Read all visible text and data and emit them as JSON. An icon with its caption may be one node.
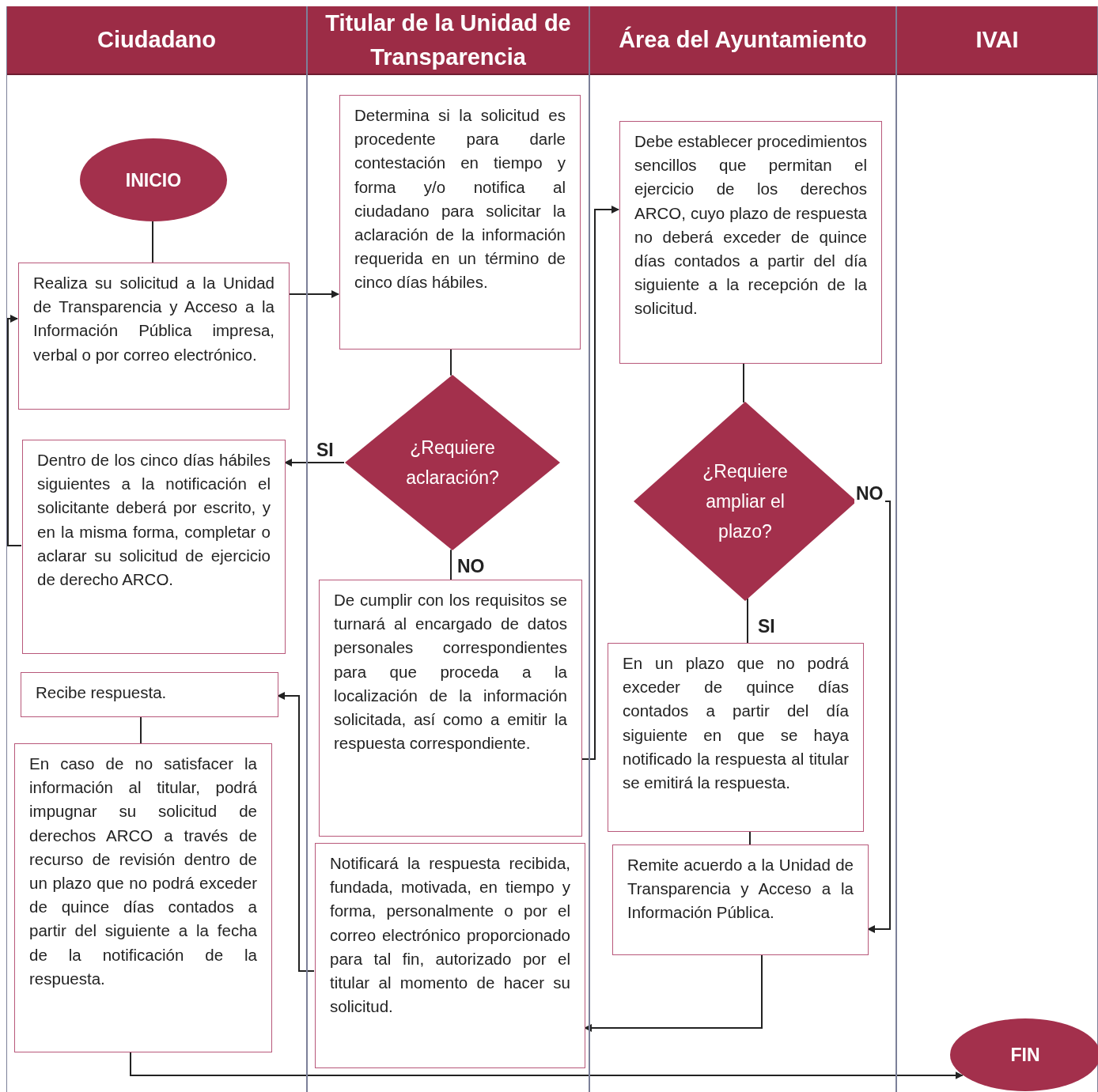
{
  "diagram": {
    "nodes": [
      {
        "text": [
          "Ciudadano"
        ]
      },
      {
        "text": [
          "Titular de la Unidad de Transparencia"
        ]
      },
      {
        "text": [
          "Área del Ayuntamiento"
        ]
      },
      {
        "text": [
          "IVAI"
        ]
      },
      {
        "text": [
          "INICIO"
        ],
        "in": 0
      },
      {
        "text": [
          "Realiza su solicitud a la Unidad de Transparencia y Acceso a la Información Pública impresa, verbal o por correo electrónico."
        ],
        "in": 0
      },
      {
        "text": [
          "Dentro de los cinco días hábiles siguientes a la notificación el solicitante deberá por escrito, y en la misma forma, completar o aclarar su solicitud de ejercicio de derecho ARCO."
        ],
        "in": 0
      },
      {
        "text": [
          "Recibe respuesta."
        ],
        "in": 0
      },
      {
        "text": [
          "En caso de no satisfacer la información al titular, podrá impugnar su solicitud de derechos ARCO a través de recurso de revisión dentro de un plazo que no podrá exceder de quince días contados a partir del siguiente a la fecha de la notificación de la respuesta."
        ],
        "in": 0
      },
      {
        "text": [
          "Determina si la solicitud es procedente para darle contestación en tiempo y forma y/o notifica al ciudadano para solicitar la aclaración de la información requerida en un término de cinco días hábiles."
        ],
        "in": 1
      },
      {
        "text": [
          "¿Requiere aclaración?"
        ],
        "in": 1
      },
      {
        "text": [
          "De cumplir con los requisitos se turnará al encargado de datos personales correspondientes para que proceda a la localización de la información solicitada, así como a emitir la respuesta correspondiente."
        ],
        "in": 1
      },
      {
        "text": [
          "Notificará la respuesta recibida, fundada, motivada, en tiempo y forma, personalmente o por el correo electrónico proporcionado para tal fin, autorizado por el titular al momento de hacer su solicitud."
        ],
        "in": 1
      },
      {
        "text": [
          "Debe establecer procedimientos sencillos que permitan el ejercicio de los derechos ARCO, cuyo plazo de respuesta no deberá exceder de quince días contados a partir del día siguiente a la recepción de la solicitud."
        ],
        "in": 2
      },
      {
        "text": [
          "¿Requiere ampliar el plazo?"
        ],
        "in": 2
      },
      {
        "text": [
          "En un plazo que no podrá exceder de quince días contados a partir del día siguiente en que se haya notificado la respuesta al titular se emitirá la respuesta."
        ],
        "in": 2
      },
      {
        "text": [
          "Remite acuerdo a la Unidad de Transparencia y Acceso a la Información Pública."
        ],
        "in": 2
      },
      {
        "text": [
          "FIN"
        ],
        "in": 3
      }
    ],
    "edges": [
      {
        "from": 4,
        "to": 5,
        "arrow": "none"
      },
      {
        "from": 5,
        "to": 9,
        "arrow": "to"
      },
      {
        "from": 9,
        "to": 10,
        "arrow": "none"
      },
      {
        "from": 10,
        "to": 6,
        "arrow": "to",
        "label": "SI"
      },
      {
        "from": 10,
        "to": 11,
        "arrow": "none",
        "label": "NO"
      },
      {
        "from": 6,
        "to": 5,
        "arrow": "to"
      },
      {
        "from": 11,
        "to": 13,
        "arrow": "to"
      },
      {
        "from": 13,
        "to": 14,
        "arrow": "none"
      },
      {
        "from": 14,
        "to": 15,
        "arrow": "none",
        "label": "SI"
      },
      {
        "from": 14,
        "to": 16,
        "arrow": "to",
        "label": "NO"
      },
      {
        "from": 15,
        "to": 16,
        "arrow": "none"
      },
      {
        "from": 16,
        "to": 12,
        "arrow": "to"
      },
      {
        "from": 12,
        "to": 7,
        "arrow": "to"
      },
      {
        "from": 7,
        "to": 8,
        "arrow": "none"
      },
      {
        "from": 8,
        "to": 17,
        "arrow": "to"
      }
    ]
  }
}
